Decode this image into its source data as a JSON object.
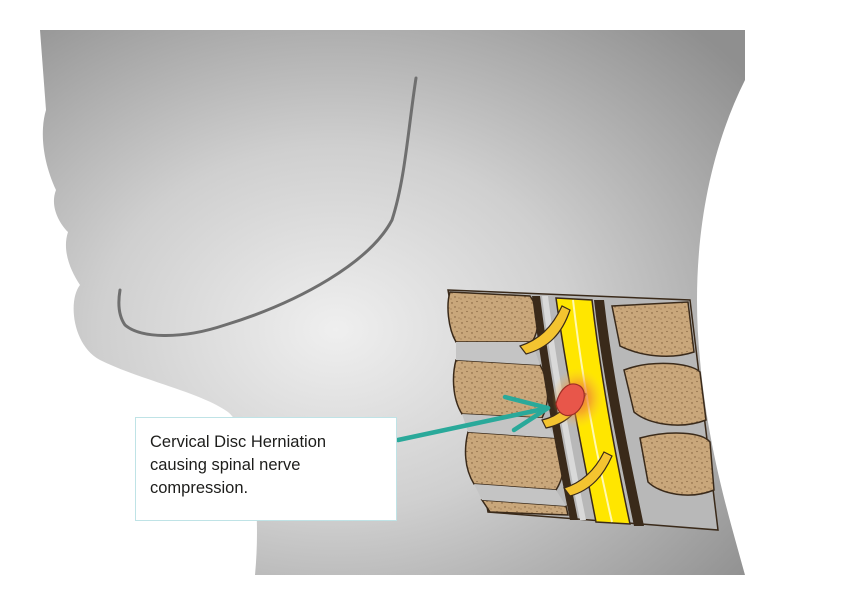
{
  "callout": {
    "text": "Cervical Disc Herniation\ncausing spinal nerve\ncompression."
  },
  "colors": {
    "head": "#9a9a9a",
    "head_highlight": "#ececec",
    "jaw_line": "#6f6f6f",
    "vertebra_body": "#c9a77b",
    "vertebra_speckle": "#7a5a38",
    "disc": "#b8b8b8",
    "spinal_cord": "#ffe600",
    "nerve": "#f4c430",
    "herniation": "#e8564a",
    "arrow": "#2aa99a",
    "callout_border": "#bfe3e6"
  },
  "icons": {
    "arrow": "teal-arrow-pointer",
    "spine": "cervical-spine-cross-section"
  }
}
